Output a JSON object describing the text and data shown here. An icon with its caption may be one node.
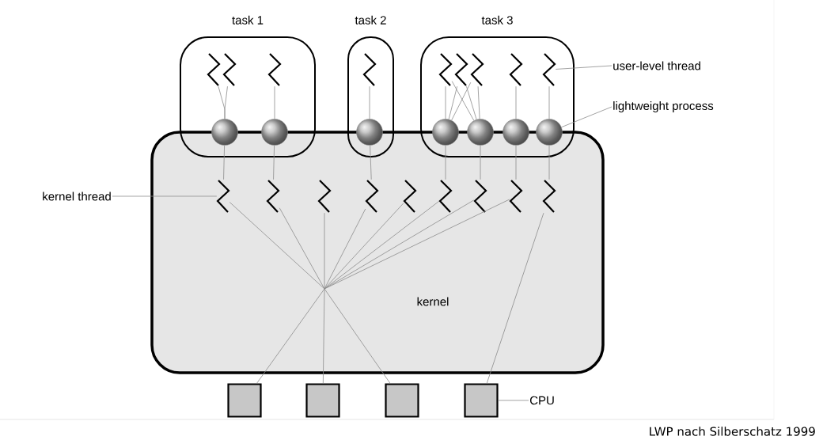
{
  "diagram": {
    "caption": "LWP nach Silberschatz 1999",
    "nodes": [
      {
        "text": [
          "task 1"
        ]
      },
      {
        "text": [
          "task 2"
        ]
      },
      {
        "text": [
          "task 3"
        ]
      },
      {
        "text": [
          "user-level thread"
        ]
      },
      {
        "text": [
          "lightweight process"
        ]
      },
      {
        "text": [
          "kernel"
        ]
      },
      {
        "text": [],
        "shape": "zigzag",
        "in": 0
      },
      {
        "text": [],
        "shape": "zigzag",
        "in": 0
      },
      {
        "text": [],
        "shape": "zigzag",
        "in": 0
      },
      {
        "text": [],
        "shape": "zigzag",
        "in": 1
      },
      {
        "text": [],
        "shape": "zigzag",
        "in": 2
      },
      {
        "text": [],
        "shape": "zigzag",
        "in": 2
      },
      {
        "text": [],
        "shape": "zigzag",
        "in": 2
      },
      {
        "text": [],
        "shape": "zigzag",
        "in": 2
      },
      {
        "text": [],
        "shape": "zigzag",
        "in": 2
      },
      {
        "text": [],
        "shape": "circle",
        "in": 0
      },
      {
        "text": [],
        "shape": "circle",
        "in": 0
      },
      {
        "text": [],
        "shape": "circle",
        "in": 1
      },
      {
        "text": [],
        "shape": "circle",
        "in": 2
      },
      {
        "text": [],
        "shape": "circle",
        "in": 2
      },
      {
        "text": [],
        "shape": "circle",
        "in": 2
      },
      {
        "text": [],
        "shape": "circle",
        "in": 2
      },
      {
        "text": [
          "kernel thread"
        ]
      },
      {
        "text": [],
        "shape": "zigzag",
        "in": 5
      },
      {
        "text": [],
        "shape": "zigzag",
        "in": 5
      },
      {
        "text": [],
        "shape": "zigzag",
        "in": 5
      },
      {
        "text": [],
        "shape": "zigzag",
        "in": 5
      },
      {
        "text": [],
        "shape": "zigzag",
        "in": 5
      },
      {
        "text": [],
        "shape": "zigzag",
        "in": 5
      },
      {
        "text": [],
        "shape": "zigzag",
        "in": 5
      },
      {
        "text": [],
        "shape": "zigzag",
        "in": 5
      },
      {
        "text": [],
        "shape": "zigzag",
        "in": 5
      },
      {
        "text": [],
        "shape": "box"
      },
      {
        "text": [],
        "shape": "box"
      },
      {
        "text": [],
        "shape": "box"
      },
      {
        "text": [],
        "shape": "box"
      },
      {
        "text": [
          "CPU"
        ]
      }
    ],
    "edges": [
      {
        "from": 6,
        "to": 15,
        "arrow": "none"
      },
      {
        "from": 7,
        "to": 15,
        "arrow": "none"
      },
      {
        "from": 8,
        "to": 16,
        "arrow": "none"
      },
      {
        "from": 9,
        "to": 17,
        "arrow": "none"
      },
      {
        "from": 10,
        "to": 18,
        "arrow": "none"
      },
      {
        "from": 10,
        "to": 19,
        "arrow": "none"
      },
      {
        "from": 11,
        "to": 18,
        "arrow": "none"
      },
      {
        "from": 11,
        "to": 19,
        "arrow": "none"
      },
      {
        "from": 12,
        "to": 18,
        "arrow": "none"
      },
      {
        "from": 12,
        "to": 19,
        "arrow": "none"
      },
      {
        "from": 13,
        "to": 20,
        "arrow": "none"
      },
      {
        "from": 14,
        "to": 21,
        "arrow": "none"
      },
      {
        "from": 15,
        "to": 23,
        "arrow": "none"
      },
      {
        "from": 16,
        "to": 24,
        "arrow": "none"
      },
      {
        "from": 17,
        "to": 26,
        "arrow": "none"
      },
      {
        "from": 18,
        "to": 28,
        "arrow": "none"
      },
      {
        "from": 19,
        "to": 29,
        "arrow": "none"
      },
      {
        "from": 20,
        "to": 30,
        "arrow": "none"
      },
      {
        "from": 21,
        "to": 31,
        "arrow": "none"
      },
      {
        "from": 23,
        "to": 32,
        "arrow": "none"
      },
      {
        "from": 23,
        "to": 33,
        "arrow": "none"
      },
      {
        "from": 23,
        "to": 34,
        "arrow": "none"
      },
      {
        "from": 24,
        "to": 32,
        "arrow": "none"
      },
      {
        "from": 24,
        "to": 33,
        "arrow": "none"
      },
      {
        "from": 24,
        "to": 34,
        "arrow": "none"
      },
      {
        "from": 25,
        "to": 32,
        "arrow": "none"
      },
      {
        "from": 25,
        "to": 33,
        "arrow": "none"
      },
      {
        "from": 25,
        "to": 34,
        "arrow": "none"
      },
      {
        "from": 26,
        "to": 32,
        "arrow": "none"
      },
      {
        "from": 26,
        "to": 33,
        "arrow": "none"
      },
      {
        "from": 26,
        "to": 34,
        "arrow": "none"
      },
      {
        "from": 27,
        "to": 32,
        "arrow": "none"
      },
      {
        "from": 27,
        "to": 33,
        "arrow": "none"
      },
      {
        "from": 27,
        "to": 34,
        "arrow": "none"
      },
      {
        "from": 28,
        "to": 32,
        "arrow": "none"
      },
      {
        "from": 28,
        "to": 33,
        "arrow": "none"
      },
      {
        "from": 28,
        "to": 34,
        "arrow": "none"
      },
      {
        "from": 29,
        "to": 32,
        "arrow": "none"
      },
      {
        "from": 29,
        "to": 33,
        "arrow": "none"
      },
      {
        "from": 29,
        "to": 34,
        "arrow": "none"
      },
      {
        "from": 30,
        "to": 32,
        "arrow": "none"
      },
      {
        "from": 30,
        "to": 33,
        "arrow": "none"
      },
      {
        "from": 30,
        "to": 34,
        "arrow": "none"
      },
      {
        "from": 31,
        "to": 35,
        "arrow": "none"
      },
      {
        "from": 3,
        "to": 14,
        "arrow": "none"
      },
      {
        "from": 4,
        "to": 21,
        "arrow": "none"
      },
      {
        "from": 22,
        "to": 23,
        "arrow": "none"
      },
      {
        "from": 36,
        "to": 35,
        "arrow": "none"
      }
    ]
  }
}
